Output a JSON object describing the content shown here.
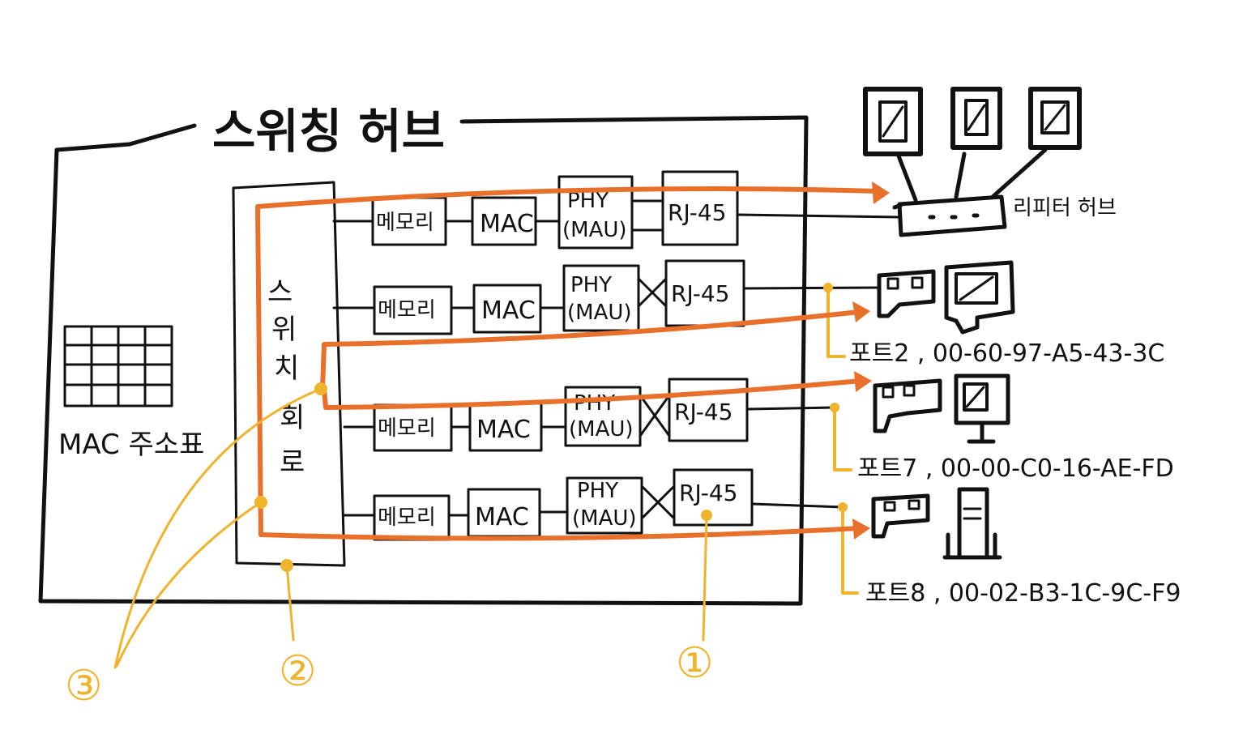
{
  "title": "스위칭 허브",
  "mac_table": {
    "label": "MAC 주소표",
    "rows": 4,
    "cols": 4
  },
  "switch_circuit": {
    "label_chars": [
      "스",
      "위",
      "치",
      "회",
      "로"
    ]
  },
  "port_rows": [
    {
      "memory": "메모리",
      "mac": "MAC",
      "phy_line1": "PHY",
      "phy_line2": "(MAU)",
      "rj45": "RJ-45"
    },
    {
      "memory": "메모리",
      "mac": "MAC",
      "phy_line1": "PHY",
      "phy_line2": "(MAU)",
      "rj45": "RJ-45"
    },
    {
      "memory": "메모리",
      "mac": "MAC",
      "phy_line1": "PHY",
      "phy_line2": "(MAU)",
      "rj45": "RJ-45"
    },
    {
      "memory": "메모리",
      "mac": "MAC",
      "phy_line1": "PHY",
      "phy_line2": "(MAU)",
      "rj45": "RJ-45"
    }
  ],
  "repeater_hub": {
    "label": "리피터 허브"
  },
  "port_labels": [
    {
      "text": "포트2 , 00-60-97-A5-43-3C"
    },
    {
      "text": "포트7 , 00-00-C0-16-AE-FD"
    },
    {
      "text": "포트8 , 00-02-B3-1C-9C-F9"
    }
  ],
  "callouts": [
    {
      "number": "①"
    },
    {
      "number": "②"
    },
    {
      "number": "③"
    }
  ],
  "colors": {
    "ink": "#111111",
    "orange": "#e8702a",
    "yellow": "#f0b32c",
    "background": "#ffffff"
  }
}
